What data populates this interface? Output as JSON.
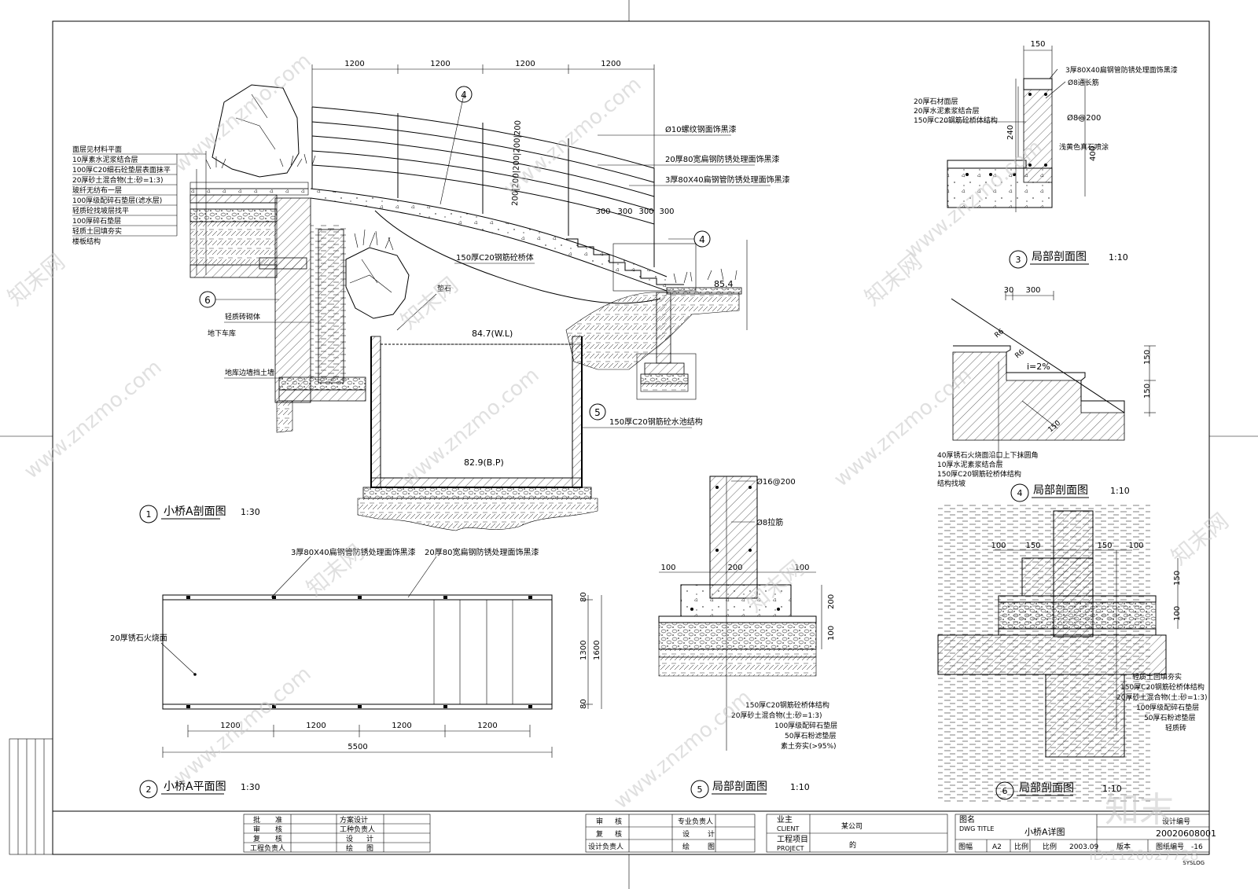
{
  "sheet": {
    "designNo": "20020608001",
    "sheetCode": "SYSLOG"
  },
  "watermark": {
    "site": "www.znzmo.com",
    "brand": "知末网",
    "logo": "知末",
    "id": "ID:1120027728"
  },
  "dims": {
    "bridgeTop": [
      "1200",
      "1200",
      "1200",
      "1200"
    ],
    "stepDims": [
      "300",
      "300",
      "300",
      "300"
    ],
    "railSpacing": "200|200|200|200|200",
    "planBottom": [
      "1200",
      "1200",
      "1200",
      "1200"
    ],
    "planTotal": "5500",
    "planRight": [
      "80",
      "1300",
      "1600",
      "80"
    ],
    "d3Top": "150",
    "d3Height": [
      "240",
      "400"
    ],
    "d4Top": [
      "30",
      "300"
    ],
    "d4Right": [
      "150",
      "150"
    ],
    "d4Slope": "i=2%",
    "d4R": [
      "R6",
      "R6"
    ],
    "d4Diag": "150",
    "d5Bottom": [
      "100",
      "200",
      "100"
    ],
    "d5Right": [
      "200",
      "100"
    ],
    "d6Top": [
      "100",
      "150",
      "150",
      "100"
    ],
    "d6Right": [
      "150",
      "100"
    ]
  },
  "levels": {
    "wl": "84.7(W.L)",
    "bp": "82.9(B.P)",
    "top": "85.4"
  },
  "callouts": {
    "c4a": "4",
    "c4b": "4",
    "c5": "5",
    "c6": "6"
  },
  "notes1": {
    "layers": [
      "面层见材料平面",
      "10厚素水泥浆结合层",
      "100厚C20细石砼垫层表面抹平",
      "20厚砂土混合物(土:砂=1:3)",
      "玻纤无纺布一层",
      "100厚级配碎石垫层(滤水层)",
      "轻质砼找坡层找平",
      "100厚碎石垫层",
      "轻质土回填夯实",
      "楼板结构"
    ],
    "rebar1": "Ø10螺纹钢面饰黑漆",
    "flat1": "20厚80宽扁钢防锈处理面饰黑漆",
    "flat2": "3厚80X40扁钢管防锈处理面饰黑漆",
    "slab": "150厚C20钢筋砼桥体",
    "wall": "轻质砖砌体",
    "garage": "地下车库",
    "retain": "地库边墙挡土墙",
    "stone": "垫石",
    "pool": "150厚C20钢筋砼水池结构"
  },
  "notes2": {
    "flat2": "3厚80X40扁钢管防锈处理面饰黑漆",
    "flat1": "20厚80宽扁钢防锈处理面饰黑漆",
    "surface": "20厚锈石火烧面"
  },
  "notes3": {
    "pipe": "3厚80X40扁钢管防锈处理面饰黑漆",
    "rebar": "Ø8通长筋",
    "stirrup": "Ø8@200",
    "stone": "20厚石材面层",
    "cement": "20厚水泥素浆结合层",
    "slab": "150厚C20钢筋砼桥体结构",
    "paint": "浅黄色真石喷涂"
  },
  "notes4": [
    "40厚锈石火烧面沿口上下抹圆角",
    "10厚水泥素浆结合层",
    "150厚C20钢筋砼桥体结构",
    "结构找坡"
  ],
  "notes5": {
    "rebar1": "Ø16@200",
    "rebar2": "Ø8拉筋",
    "layers": [
      "150厚C20钢筋砼桥体结构",
      "20厚砂土混合物(土:砂=1:3)",
      "100厚级配碎石垫层",
      "50厚石粉滤垫层",
      "素土夯实(>95%)"
    ]
  },
  "notes6": [
    "轻质土回填夯实",
    "150厚C20钢筋砼桥体结构",
    "20厚砂土混合物(土:砂=1:3)",
    "100厚级配碎石垫层",
    "50厚石粉滤垫层",
    "轻质砖"
  ],
  "titles": [
    {
      "num": "1",
      "name": "小桥A剖面图",
      "scale": "1:30"
    },
    {
      "num": "2",
      "name": "小桥A平面图",
      "scale": "1:30"
    },
    {
      "num": "3",
      "name": "局部剖面图",
      "scale": "1:10"
    },
    {
      "num": "4",
      "name": "局部剖面图",
      "scale": "1:10"
    },
    {
      "num": "5",
      "name": "局部剖面图",
      "scale": "1:10"
    },
    {
      "num": "6",
      "name": "局部剖面图",
      "scale": "1:10"
    }
  ],
  "titleBlock": {
    "left": [
      [
        "批",
        "准",
        "方案设计"
      ],
      [
        "审",
        "核",
        "工种负责人"
      ],
      [
        "复",
        "核",
        "设",
        "计"
      ],
      [
        "工程负责人",
        "",
        "绘",
        "图"
      ]
    ],
    "mid": [
      [
        "审",
        "核",
        "专业负责人"
      ],
      [
        "复",
        "核",
        "设",
        "计"
      ],
      [
        "设计负责人",
        "",
        "绘",
        "图"
      ]
    ],
    "clientLabel": "业主",
    "clientEn": "CLIENT",
    "clientName": "某公司",
    "projLabel": "工程项目",
    "projEn": "PROJECT",
    "projName": "的",
    "dwgLabel": "图名",
    "dwgEn": "DWG TITLE",
    "dwgName": "小桥A详图",
    "sizeLabel": "图幅",
    "size": "A2",
    "scaleLabel": "比例",
    "scaleVal": "比例",
    "dateVal": "2003.09",
    "designNoLabel": "设计编号",
    "versionLabel": "版本",
    "sheetNoLabel": "图纸编号",
    "sheetNo": "-16"
  }
}
